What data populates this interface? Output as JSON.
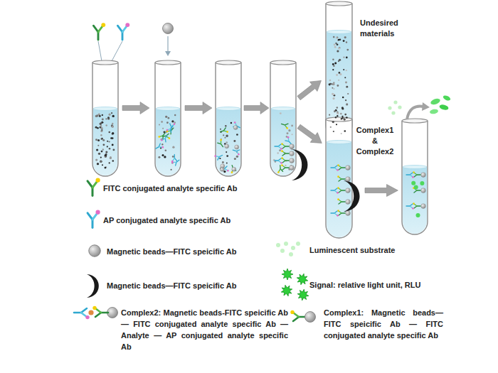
{
  "diagram": {
    "nodes": [
      {
        "text": [
          "Undesired materials"
        ]
      },
      {
        "text": [
          "Complex1 & Complex2"
        ]
      }
    ],
    "legend": [
      {
        "text": "FITC conjugated analyte specific Ab"
      },
      {
        "text": "AP conjugated analyte specific Ab"
      },
      {
        "text": "Magnetic beads—FITC speicific Ab"
      },
      {
        "text": "Luminescent substrate"
      },
      {
        "text": "Magnetic beads—FITC speicific Ab"
      },
      {
        "text": "Signal: relative light unit, RLU"
      },
      {
        "text": "Complex2: Magnetic beads-FITC speicific Ab — FITC conjugated analyte specific Ab — Analyte — AP conjugated analyte specific Ab"
      },
      {
        "text": "Complex1: Magnetic beads— FITC speicific Ab — FITC conjugated analyte specific Ab"
      }
    ]
  }
}
